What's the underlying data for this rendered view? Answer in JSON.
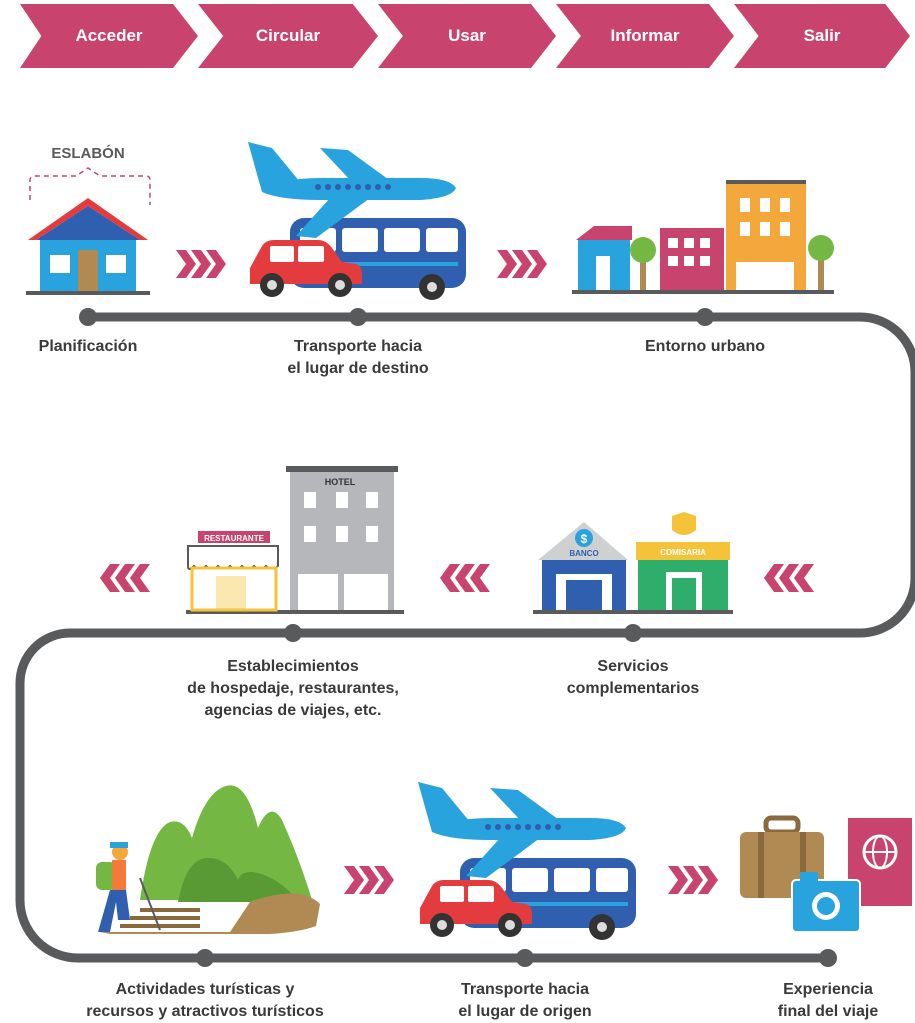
{
  "phases": [
    "Acceder",
    "Circular",
    "Usar",
    "Informar",
    "Salir"
  ],
  "eslabon_label": "ESLABÓN",
  "sign_texts": {
    "restaurant": "RESTAURANTE",
    "hotel": "HOTEL",
    "bank": "BANCO",
    "bank_symbol": "$",
    "police": "COMISARIA"
  },
  "stages": [
    {
      "label": "Planificación"
    },
    {
      "label": "Transporte hacia\nel lugar de destino"
    },
    {
      "label": "Entorno urbano"
    },
    {
      "label": "Servicios\ncomplementarios"
    },
    {
      "label": "Establecimientos\nde hospedaje, restaurantes,\nagencias de viajes, etc."
    },
    {
      "label": "Actividades turísticas y\nrecursos y atractivos turísticos"
    },
    {
      "label": "Transporte hacia\nel lugar de origen"
    },
    {
      "label": "Experiencia\nfinal del viaje"
    }
  ],
  "colors": {
    "magenta": "#c8446f",
    "track": "#595a5c",
    "blue": "#2f5fae",
    "sky": "#29a3de",
    "green": "#74b843",
    "red": "#e43b3e",
    "orange": "#f4a73a",
    "brown": "#b08a52"
  }
}
